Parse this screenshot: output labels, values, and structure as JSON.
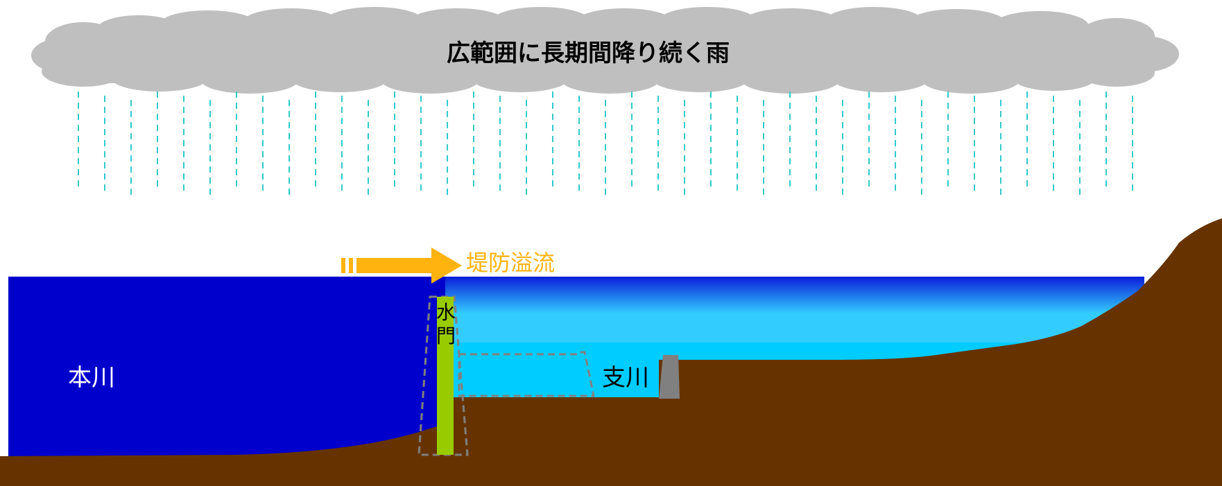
{
  "title": "広範囲に長期間降り続く雨",
  "overflow_label": "堤防溢流",
  "main_river_label": "本川",
  "tributary_label": "支川",
  "gate_label": "水門",
  "colors": {
    "cloud": "#bfbfbf",
    "rain": "#33c9c9",
    "main_river": "#0000cc",
    "tributary_top": "#0a1ed8",
    "tributary_light": "#33ccff",
    "tributary_water": "#00ccff",
    "ground": "#663300",
    "gate": "#99cc00",
    "arrow": "#ffb30f",
    "dashed_outline": "#808080",
    "dam": "#808080"
  },
  "icons": [
    "cloud-icon",
    "rain-icon",
    "arrow-right-icon"
  ]
}
